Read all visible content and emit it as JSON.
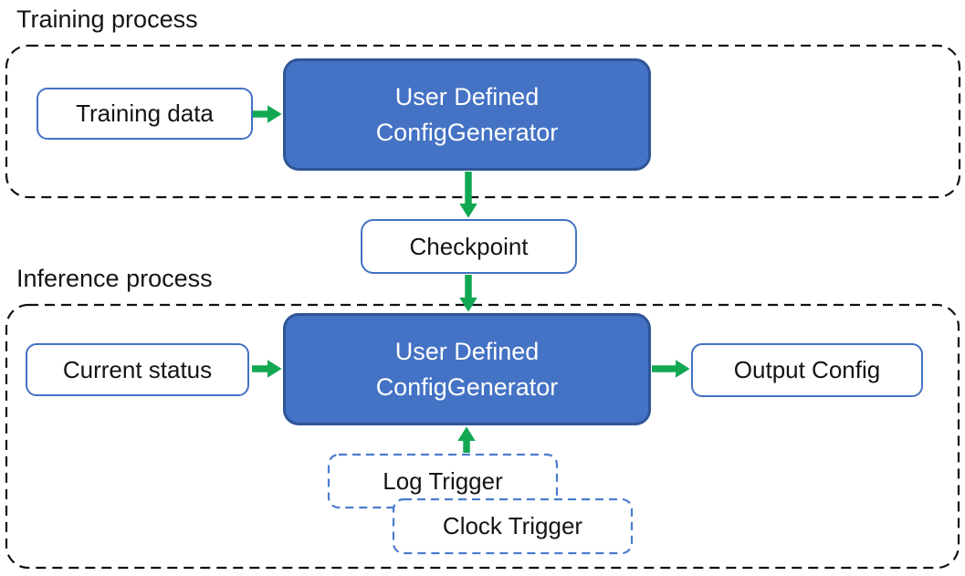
{
  "colors": {
    "box_blue_fill": "#4472C4",
    "box_blue_border": "#2F5597",
    "light_box_border": "#4472C4",
    "trigger_border": "#4A7CCF",
    "arrow_green": "#12A852",
    "container_dash": "#111111",
    "text_dark": "#151515",
    "text_light": "#FFFFFF"
  },
  "training": {
    "title": "Training process",
    "input_label": "Training data",
    "generator_line1": "User Defined",
    "generator_line2": "ConfigGenerator"
  },
  "checkpoint_label": "Checkpoint",
  "inference": {
    "title": "Inference process",
    "input_label": "Current status",
    "generator_line1": "User Defined",
    "generator_line2": "ConfigGenerator",
    "output_label": "Output Config",
    "triggers": [
      "Log Trigger",
      "Clock Trigger"
    ]
  }
}
